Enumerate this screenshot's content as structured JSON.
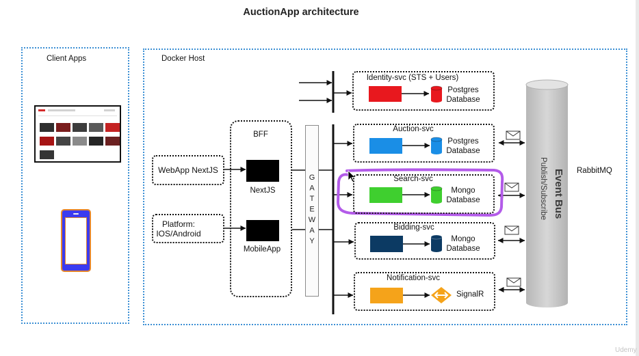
{
  "title": "AuctionApp architecture",
  "client_apps": {
    "label": "Client Apps"
  },
  "docker_host": {
    "label": "Docker Host"
  },
  "clients": {
    "webapp": "WebApp NextJS",
    "platform_line1": "Platform:",
    "platform_line2": "IOS/Android"
  },
  "bff": {
    "label": "BFF",
    "nextjs": "NextJS",
    "mobileapp": "MobileApp"
  },
  "gateway": {
    "label": "GATEWAY"
  },
  "services": [
    {
      "name": "Identity-svc (STS + Users)",
      "db_line1": "Postgres",
      "db_line2": "Database",
      "color": "#e8181e"
    },
    {
      "name": "Auction-svc",
      "db_line1": "Postgres",
      "db_line2": "Database",
      "color": "#1a8ee6"
    },
    {
      "name": "Search-svc",
      "db_line1": "Mongo",
      "db_line2": "Database",
      "color": "#3fcf2f",
      "highlighted": true
    },
    {
      "name": "Bidding-svc",
      "db_line1": "Mongo",
      "db_line2": "Database",
      "color": "#0c3a63"
    },
    {
      "name": "Notification-svc",
      "target": "SignalR",
      "color": "#f5a31a"
    }
  ],
  "event_bus": {
    "title": "Event Bus",
    "subtitle": "Publish/Subscribe",
    "broker": "RabbitMQ"
  },
  "colors": {
    "container_border": "#3b8fd4",
    "highlight": "#b35be9",
    "phone_body": "#3b3bf0",
    "phone_trim": "#e6872c",
    "bus": "#c8c8c8"
  },
  "icons": {
    "message": "envelope-icon",
    "database": "database-cylinder-icon",
    "signalr": "signalr-icon",
    "cursor": "mouse-pointer-icon",
    "phone": "mobile-phone-icon",
    "laptop": "laptop-screenshot-icon"
  },
  "watermark": "Udemy"
}
